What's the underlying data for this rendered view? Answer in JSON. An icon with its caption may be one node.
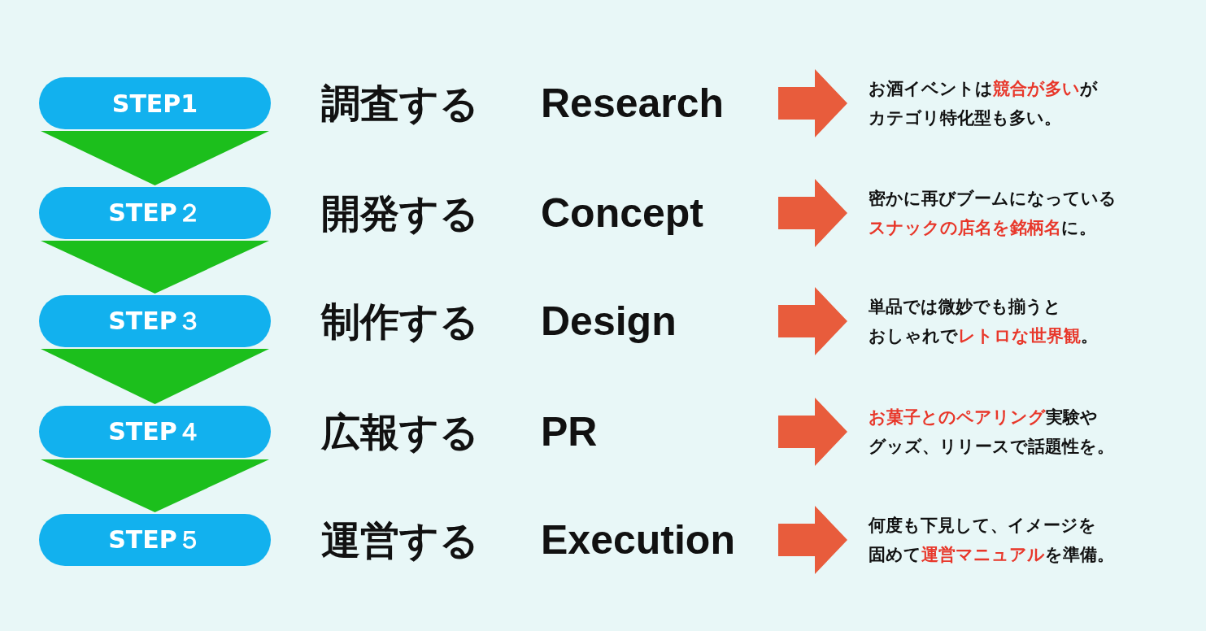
{
  "diagram": {
    "nodes": [
      {
        "text": [
          "STEP1"
        ]
      },
      {
        "text": [
          "STEP２"
        ]
      },
      {
        "text": [
          "STEP３"
        ]
      },
      {
        "text": [
          "STEP４"
        ]
      },
      {
        "text": [
          "STEP５"
        ]
      },
      {
        "text": [
          "お酒イベントは**競合が多い**がカテゴリ特化型も多い。"
        ]
      },
      {
        "text": [
          "密かに再びブームになっている**スナックの店名を銘柄名**に。"
        ]
      },
      {
        "text": [
          "単品では微妙でも揃うとおしゃれで**レトロな世界観**。"
        ]
      },
      {
        "text": [
          "**お菓子とのペアリング**実験やグッズ、リリースで話題性を。"
        ]
      },
      {
        "text": [
          "何度も下見して、イメージを固めて**運営マニュアル**を準備。"
        ]
      }
    ],
    "edges": [
      {
        "from": 0,
        "to": 1,
        "arrow": "to",
        "color": "#1cbf1c"
      },
      {
        "from": 1,
        "to": 2,
        "arrow": "to",
        "color": "#1cbf1c"
      },
      {
        "from": 2,
        "to": 3,
        "arrow": "to",
        "color": "#1cbf1c"
      },
      {
        "from": 3,
        "to": 4,
        "arrow": "to",
        "color": "#1cbf1c"
      },
      {
        "from": null,
        "to": 5,
        "arrow": "to",
        "color": "#e85c3c"
      },
      {
        "from": null,
        "to": 6,
        "arrow": "to",
        "color": "#e85c3c"
      },
      {
        "from": null,
        "to": 7,
        "arrow": "to",
        "color": "#e85c3c"
      },
      {
        "from": null,
        "to": 8,
        "arrow": "to",
        "color": "#e85c3c"
      },
      {
        "from": null,
        "to": 9,
        "arrow": "to",
        "color": "#e85c3c"
      }
    ],
    "labels": [
      "調査する",
      "Research",
      "開発する",
      "Concept",
      "制作する",
      "Design",
      "広報する",
      "PR",
      "運営する",
      "Execution"
    ]
  }
}
